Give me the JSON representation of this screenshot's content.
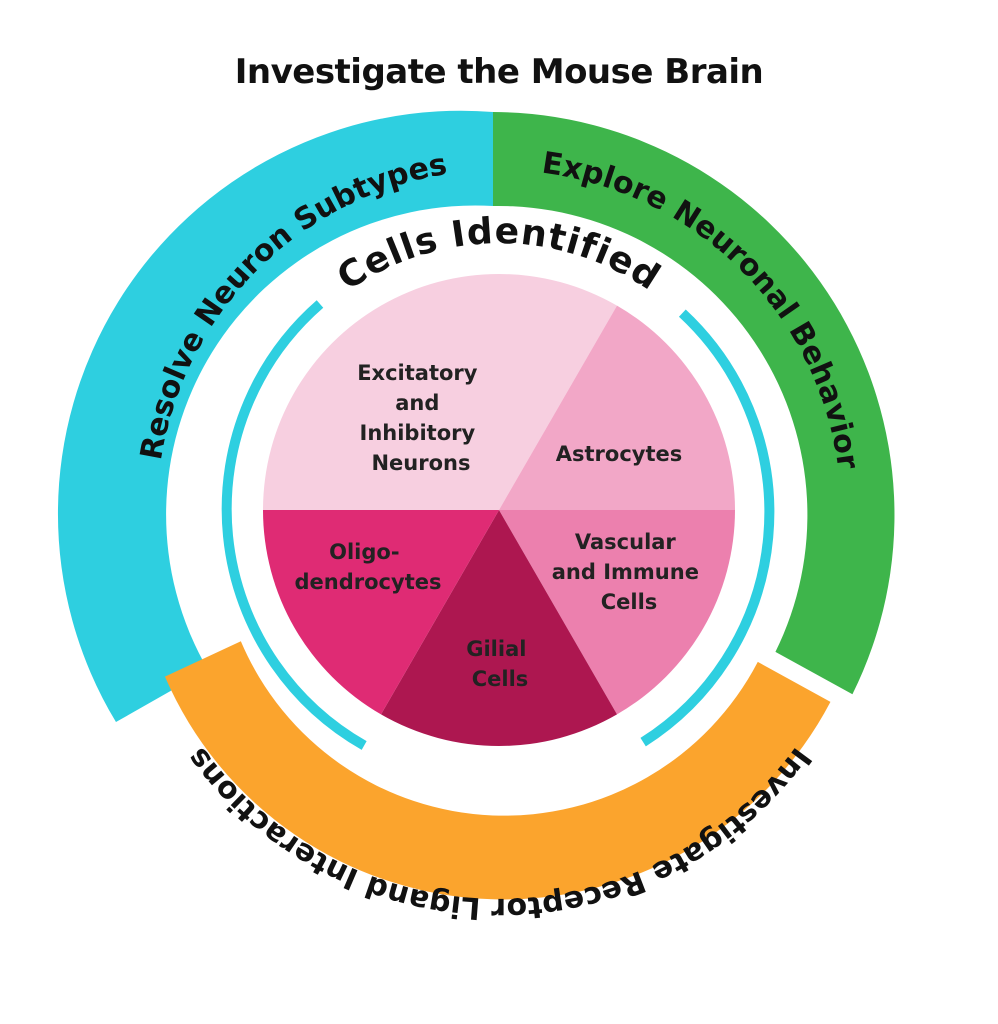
{
  "title": "Investigate the Mouse Brain",
  "center_label": "Cells Identified",
  "colors": {
    "ring_cyan": "#2ecfe0",
    "ring_green": "#3eb54b",
    "ring_orange": "#fba42d",
    "slice_light_pink": "#f7cfe0",
    "slice_pink": "#f2a7c7",
    "slice_medium_pink": "#ec80ae",
    "slice_magenta": "#df2b74",
    "slice_crimson": "#ad1750"
  },
  "outer_segments": [
    {
      "label": "Resolve Neuron Subtypes",
      "color": "#2ecfe0"
    },
    {
      "label": "Explore Neuronal Behavior",
      "color": "#3eb54b"
    },
    {
      "label": "Investigate Receptor Ligand Interactions",
      "color": "#fba42d"
    }
  ],
  "slices": [
    {
      "lines": [
        "Excitatory",
        "and",
        "Inhibitory",
        "Neurons"
      ],
      "color": "#f7cfe0"
    },
    {
      "lines": [
        "Astrocytes"
      ],
      "color": "#f2a7c7"
    },
    {
      "lines": [
        "Vascular",
        "and Immune",
        "Cells"
      ],
      "color": "#ec80ae"
    },
    {
      "lines": [
        "Gilial",
        "Cells"
      ],
      "color": "#ad1750"
    },
    {
      "lines": [
        "Oligo-",
        "dendrocytes"
      ],
      "color": "#df2b74"
    }
  ]
}
